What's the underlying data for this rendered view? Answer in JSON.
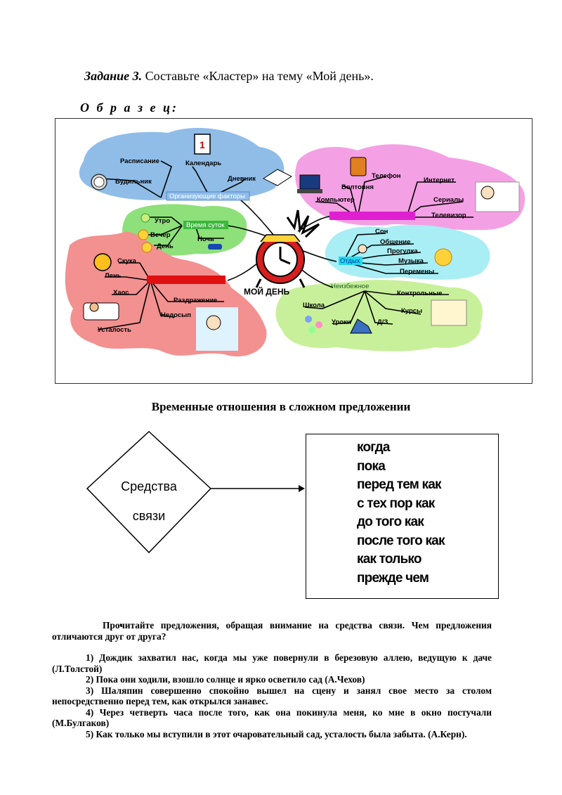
{
  "task": {
    "label": "Задание 3.",
    "text": "Составьте «Кластер» на тему «Мой день»."
  },
  "sample_label": "О б р а з е ц:",
  "cluster": {
    "center": "МОЙ ДЕНЬ",
    "branches": {
      "org": {
        "label": "Организующие факторы",
        "items": [
          "Расписание",
          "Будильник",
          "Календарь",
          "Дневник"
        ]
      },
      "time": {
        "label": "Время суток",
        "items": [
          "Утро",
          "Вечер",
          "День",
          "Ночь"
        ]
      },
      "neg": {
        "items": [
          "Скука",
          "Лень",
          "Хаос",
          "Усталость",
          "Раздражение",
          "Недосып"
        ]
      },
      "tech": {
        "items": [
          "Телефон",
          "Болтовня",
          "Компьютер",
          "Интернет",
          "Сериалы",
          "Телевизор"
        ]
      },
      "rest": {
        "label": "Отдых",
        "items": [
          "Сон",
          "Общение",
          "Прогулка",
          "Музыка",
          "Перемены"
        ]
      },
      "must": {
        "label": "Неизбежное",
        "items": [
          "Контрольные",
          "Курсы",
          "Школа",
          "Уроки",
          "Д/З"
        ]
      }
    }
  },
  "section_title": "Временные отношения в сложном предложении",
  "diagram": {
    "diamond_text": [
      "Средства",
      "связи"
    ],
    "conjunctions": [
      "когда",
      "пока",
      "перед тем как",
      "с тех пор как",
      "до того как",
      "после того как",
      "как только",
      "прежде чем"
    ]
  },
  "text": {
    "bullet": "•",
    "question": "Прочитайте предложения, обращая внимание на средства связи. Чем предложения отличаются друг от друга?",
    "sentences": [
      "1) Дождик захватил нас, когда мы уже повернули в березовую аллею, ведущую к даче (Л.Толстой)",
      "2) Пока они ходили, взошло солнце и ярко осветило сад (А.Чехов)",
      "3) Шаляпин совершенно спокойно вышел на сцену и занял свое место за столом непосредственно перед тем, как открылся занавес.",
      "4) Через четверть часа после того, как она покинула меня, ко мне в окно постучали (М.Булгаков)",
      "5) Как только мы вступили в этот очаровательный сад, усталость была забыта. (А.Керн)."
    ]
  }
}
